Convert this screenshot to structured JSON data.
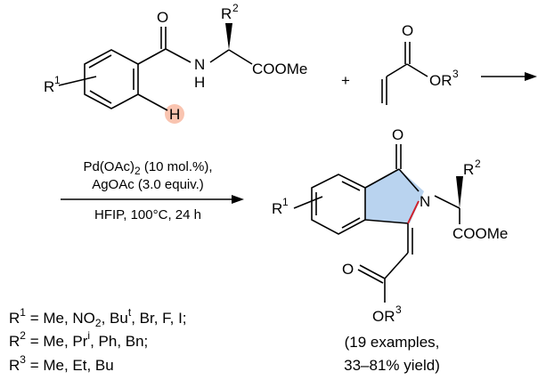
{
  "reactant1": {
    "o": "O",
    "r1": "R",
    "r1_sup": "1",
    "nh_n": "N",
    "nh_h": "H",
    "r2": "R",
    "r2_sup": "2",
    "coome": "COOMe",
    "h": "H"
  },
  "plus": "+",
  "reactant2": {
    "o": "O",
    "or3": "OR",
    "or3_sup": "3"
  },
  "conditions": {
    "line1_a": "Pd(OAc)",
    "line1_sub": "2",
    "line1_b": " (10 mol.%),",
    "line2": "AgOAc (3.0 equiv.)",
    "line3": "HFIP, 100°C, 24 h"
  },
  "product": {
    "o": "O",
    "n": "N",
    "r1": "R",
    "r1_sup": "1",
    "r2": "R",
    "r2_sup": "2",
    "coome": "COOMe",
    "ester_o": "O",
    "or3": "OR",
    "or3_sup": "3"
  },
  "substituents": {
    "r1_a": "R",
    "r1_sup": "1",
    "r1_b": " = Me, NO",
    "r1_sub": "2",
    "r1_c": ", Bu",
    "r1_sup2": "t",
    "r1_d": ", Br, F, I;",
    "r2_a": "R",
    "r2_sup": "2",
    "r2_b": " = Me, Pr",
    "r2_sup2": "i",
    "r2_c": ", Ph, Bn;",
    "r3_a": "R",
    "r3_sup": "3",
    "r3_b": " = Me, Et, Bu"
  },
  "summary": {
    "line1": "(19 examples,",
    "line2": "33–81% yield)"
  },
  "colors": {
    "h_highlight": "#f9c4b0",
    "ring_fill": "#b9d3ef",
    "new_bond": "#d0202a"
  }
}
